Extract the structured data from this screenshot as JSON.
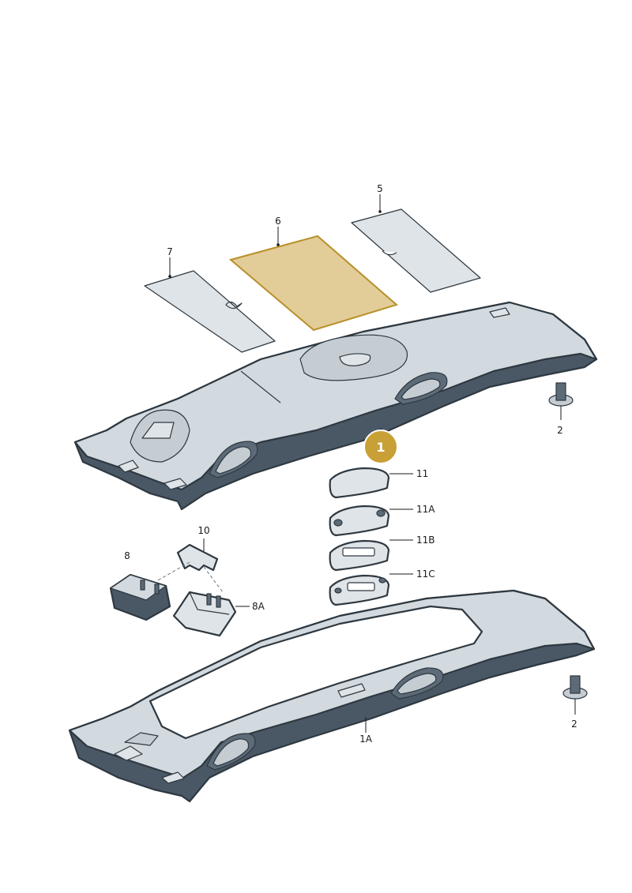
{
  "labels": {
    "l5": "5",
    "l6": "6",
    "l7": "7",
    "l1": "1",
    "l2a": "2",
    "l2b": "2",
    "l11": "11",
    "l11A": "11A",
    "l11B": "11B",
    "l11C": "11C",
    "l10": "10",
    "l8": "8",
    "l8A": "8A",
    "l1A": "1A"
  },
  "colors": {
    "highlight_part": "#e2cc97",
    "highlight_outline": "#b8902a",
    "callout": "#c9a036",
    "headliner_top": "#d3dadf",
    "headliner_side": "#4a5866"
  },
  "icons": {
    "callout": "numbered-circle-icon",
    "screw": "screw-clip-icon"
  }
}
